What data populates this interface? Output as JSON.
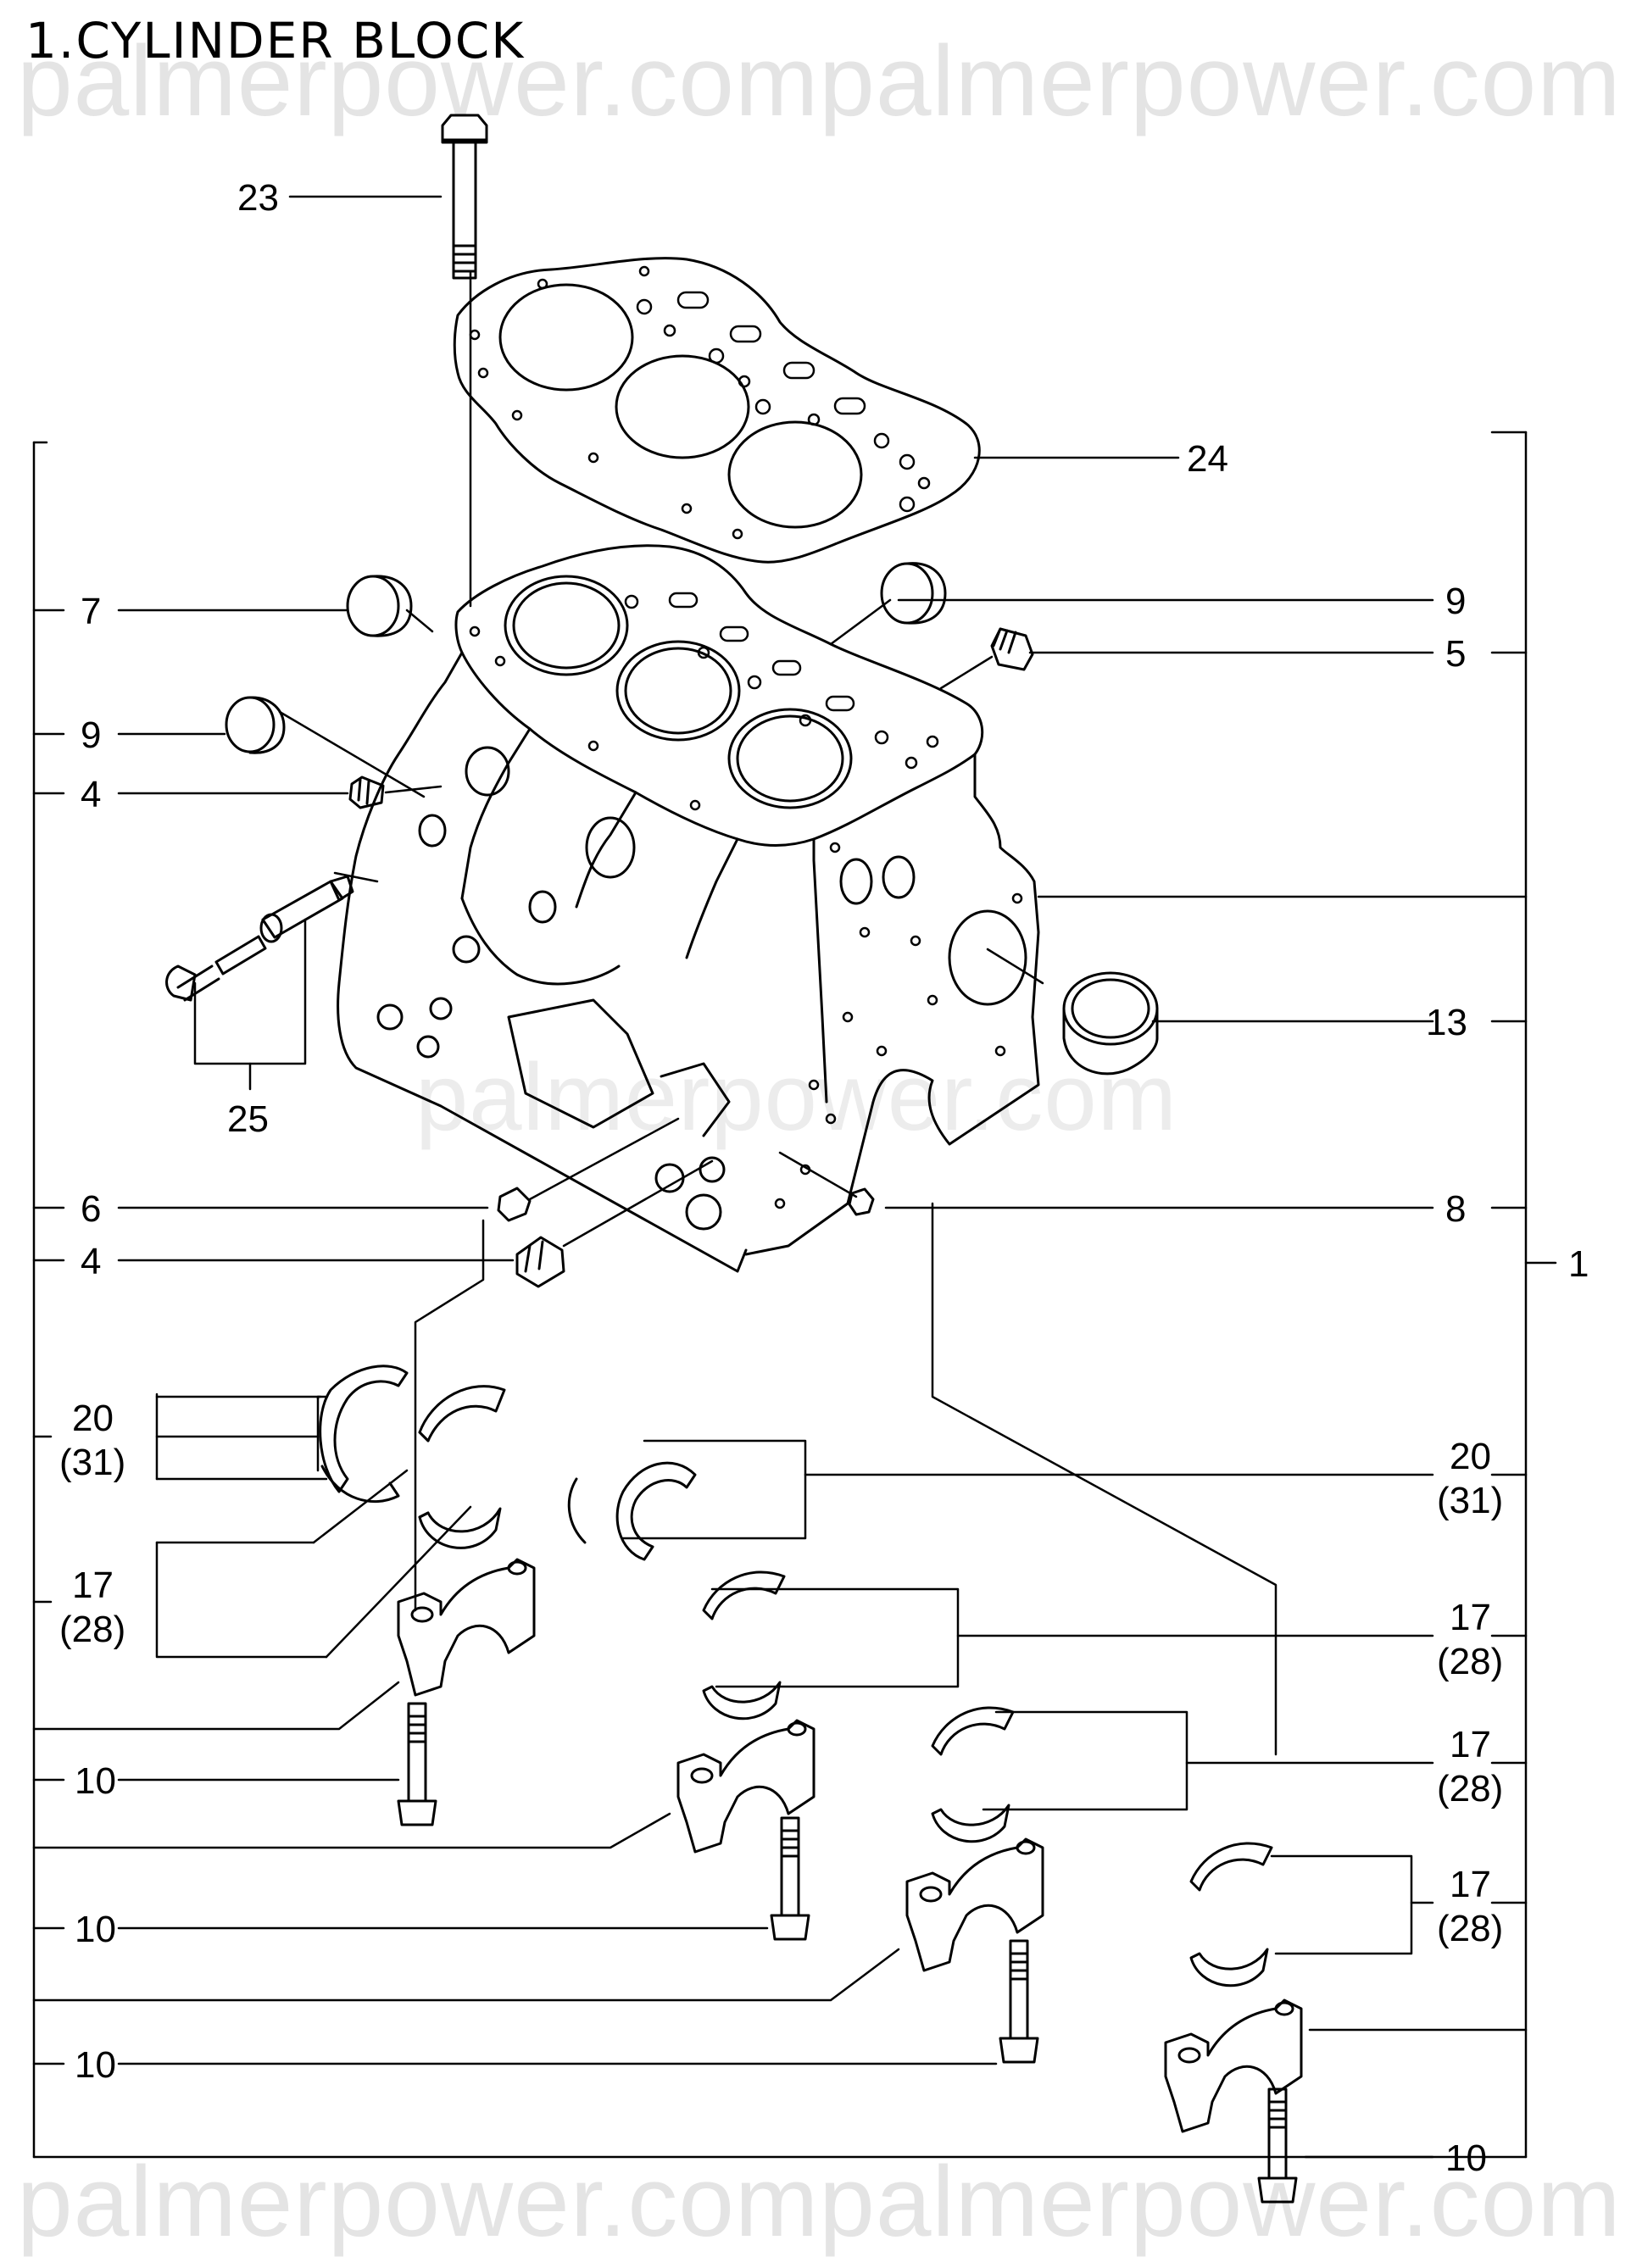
{
  "title": "1.CYLINDER BLOCK",
  "watermark": {
    "top": "palmerpower.compalmerpower.com",
    "middle": "palmerpower.com",
    "bottom": "palmerpower.compalmerpower.com"
  },
  "callouts": {
    "c23": "23",
    "c24": "24",
    "c7": "7",
    "c9a": "9",
    "c9b": "9",
    "c5": "5",
    "c4a": "4",
    "c4b": "4",
    "c25": "25",
    "c13": "13",
    "c6": "6",
    "c8": "8",
    "c1": "1",
    "c20a": "20",
    "c31a": "(31)",
    "c20b": "20",
    "c31b": "(31)",
    "c17a": "17",
    "c28a": "(28)",
    "c17b": "17",
    "c28b": "(28)",
    "c17c": "17",
    "c28c": "(28)",
    "c17d": "17",
    "c28d": "(28)",
    "c10a": "10",
    "c10b": "10",
    "c10c": "10",
    "c10d": "10"
  },
  "colors": {
    "line": "#000000",
    "watermark": "#e4e4e4",
    "background": "#ffffff"
  }
}
